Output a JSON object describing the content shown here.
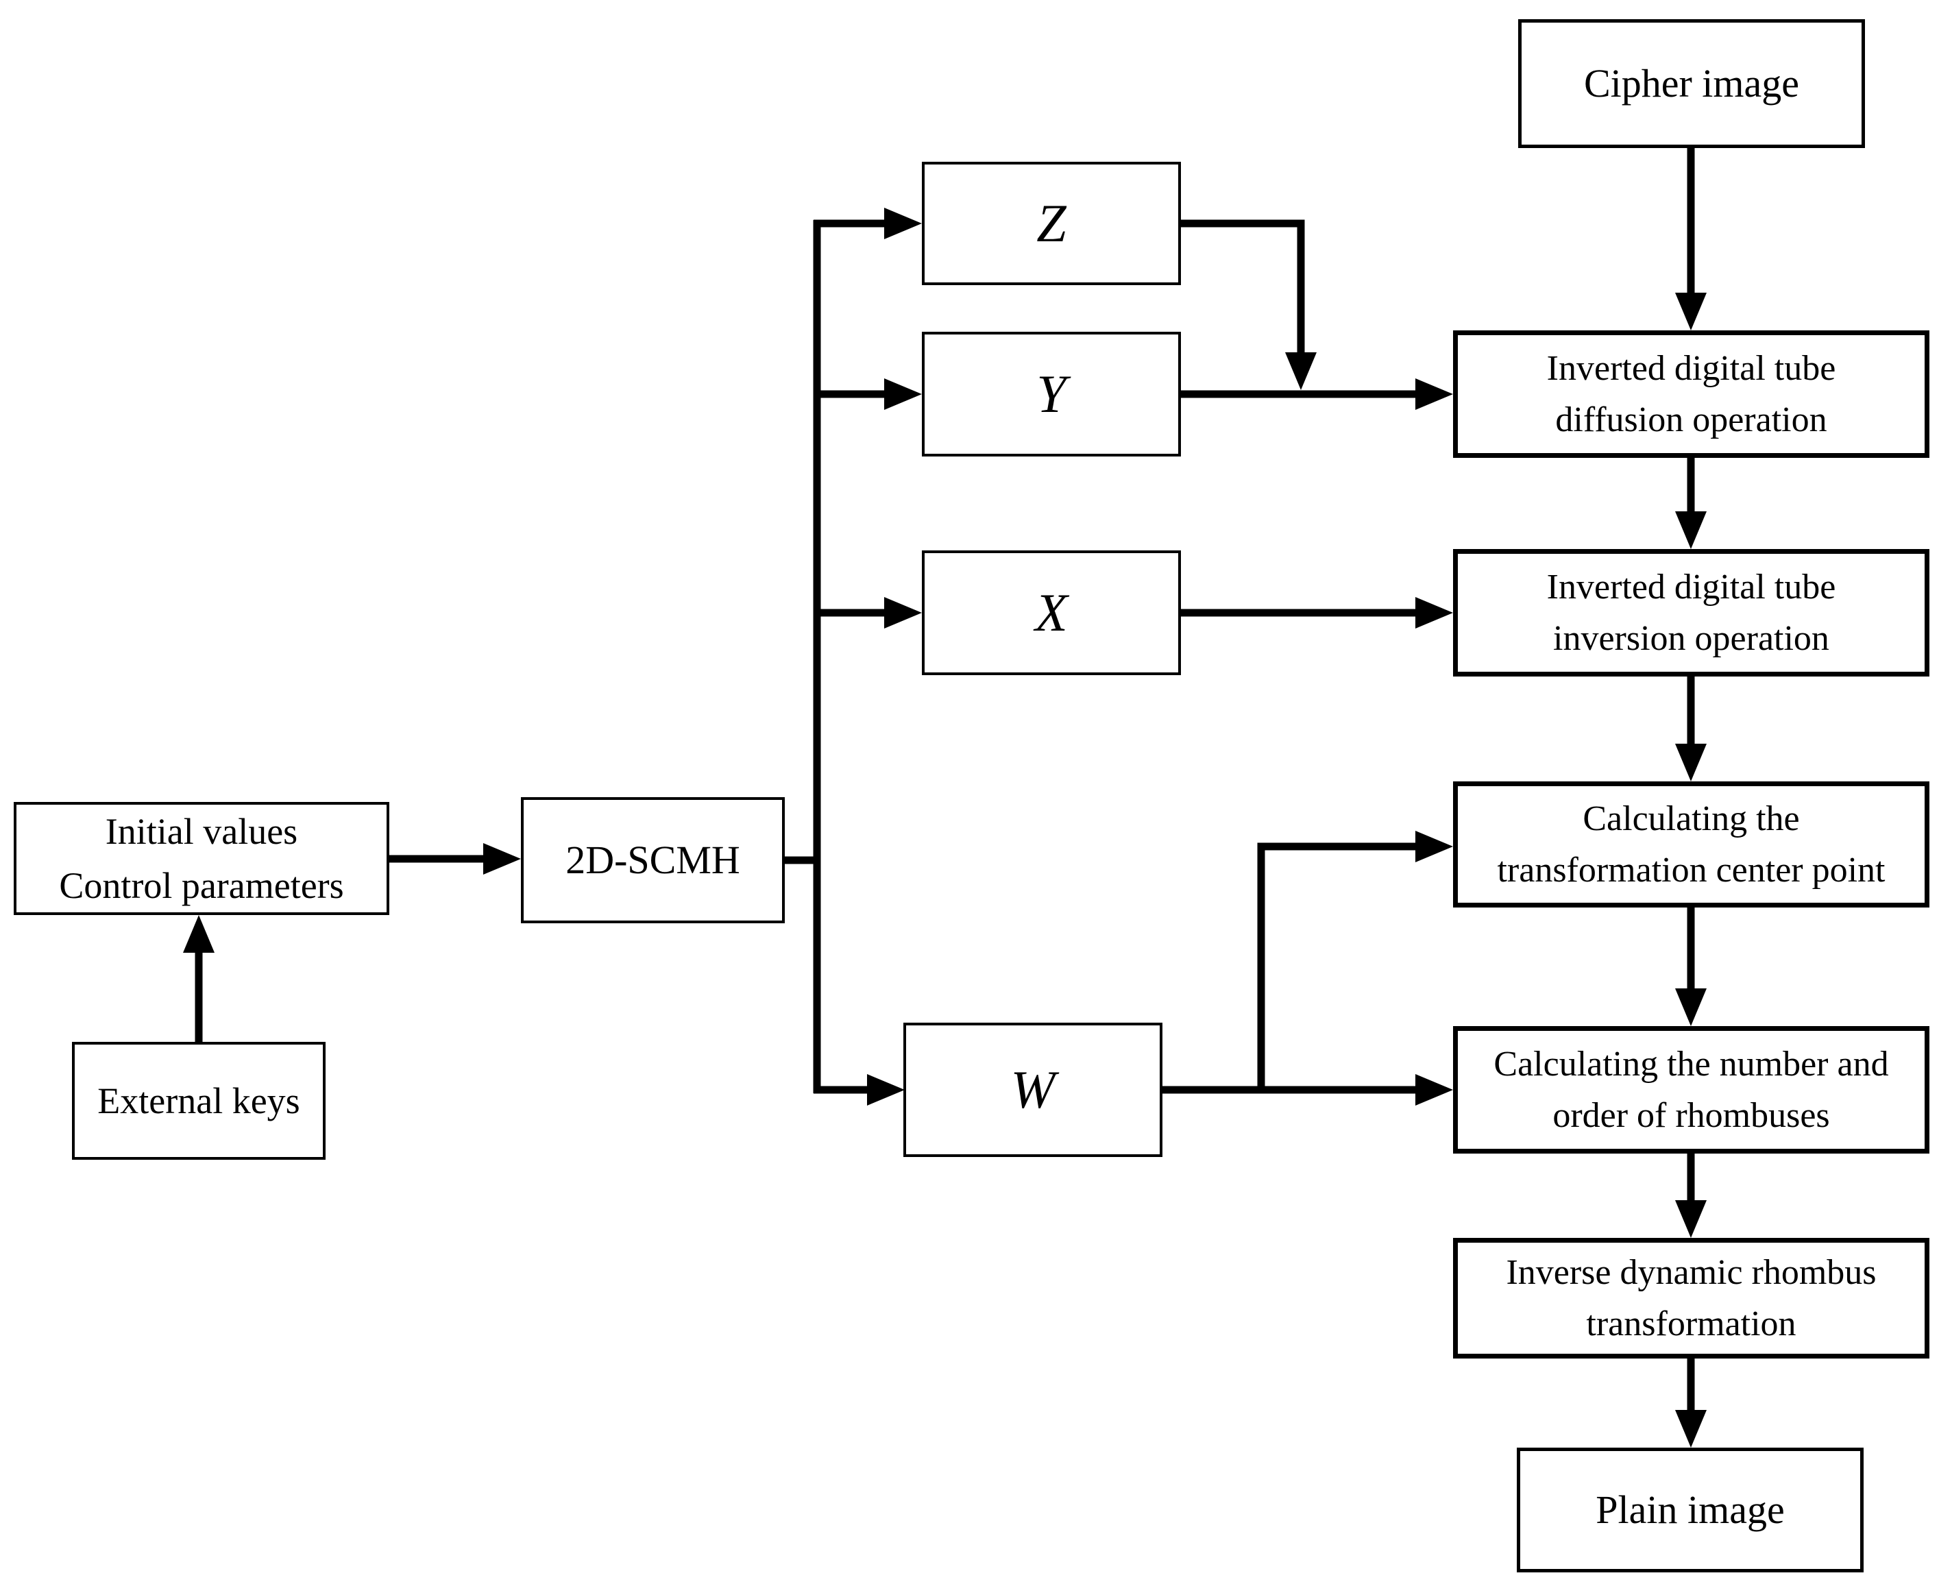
{
  "nodes": {
    "cipher_image": {
      "label": "Cipher image"
    },
    "z_sequence": {
      "label": "Z"
    },
    "y_sequence": {
      "label": "Y"
    },
    "x_sequence": {
      "label": "X"
    },
    "w_sequence": {
      "label": "W"
    },
    "diffusion": {
      "label": "Inverted digital tube\ndiffusion operation"
    },
    "inversion": {
      "label": "Inverted digital tube\ninversion operation"
    },
    "center_point": {
      "label": "Calculating the\ntransformation center point"
    },
    "rhombus_count": {
      "label": "Calculating the number and\norder of rhombuses"
    },
    "inverse_rhombus": {
      "label": "Inverse dynamic rhombus\ntransformation"
    },
    "plain_image": {
      "label": "Plain image"
    },
    "initial_values": {
      "label": "Initial values\nControl parameters"
    },
    "chaotic_map": {
      "label": "2D-SCMH"
    },
    "external_keys": {
      "label": "External keys"
    }
  },
  "colors": {
    "line": "#000000",
    "box_border": "#000000",
    "background": "#ffffff",
    "text": "#000000"
  }
}
